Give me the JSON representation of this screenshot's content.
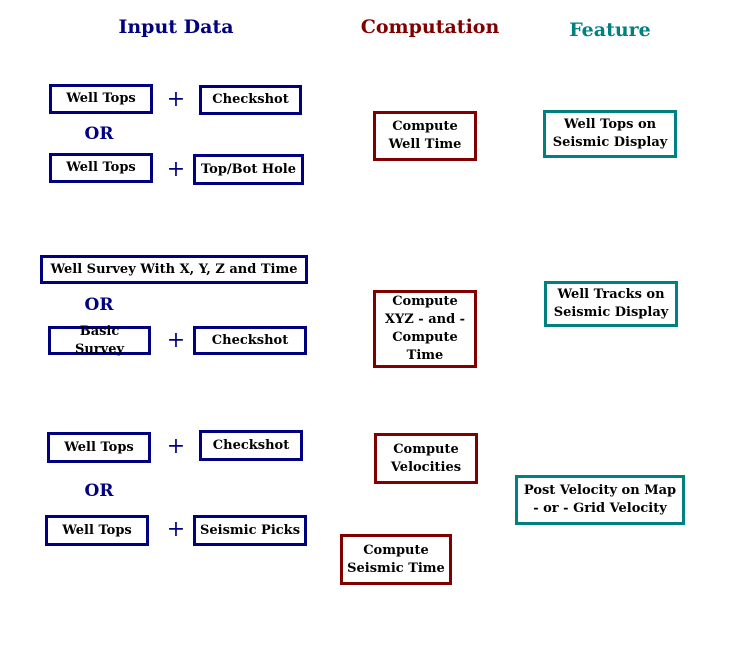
{
  "headers": {
    "input": "Input Data",
    "computation": "Computation",
    "feature": "Feature"
  },
  "colors": {
    "input": "#000080",
    "computation": "#800000",
    "feature": "#008080"
  },
  "plus": "+",
  "or": "OR",
  "group1": {
    "row1_left": "Well Tops",
    "row1_right": "Checkshot",
    "row2_left": "Well Tops",
    "row2_right": "Top/Bot Hole",
    "computation": "Compute\nWell Time",
    "feature": "Well Tops on\nSeismic Display"
  },
  "group2": {
    "row1": "Well Survey With X, Y, Z and Time",
    "row2_left": "Basic Survey",
    "row2_right": "Checkshot",
    "computation": "Compute\nXYZ  - and -\nCompute\nTime",
    "feature": "Well Tracks on\nSeismic Display"
  },
  "group3": {
    "row1_left": "Well Tops",
    "row1_right": "Checkshot",
    "row2_left": "Well Tops",
    "row2_right": "Seismic Picks",
    "computation1": "Compute\nVelocities",
    "computation2": "Compute\nSeismic Time",
    "feature": "Post Velocity on Map\n - or - Grid Velocity"
  }
}
